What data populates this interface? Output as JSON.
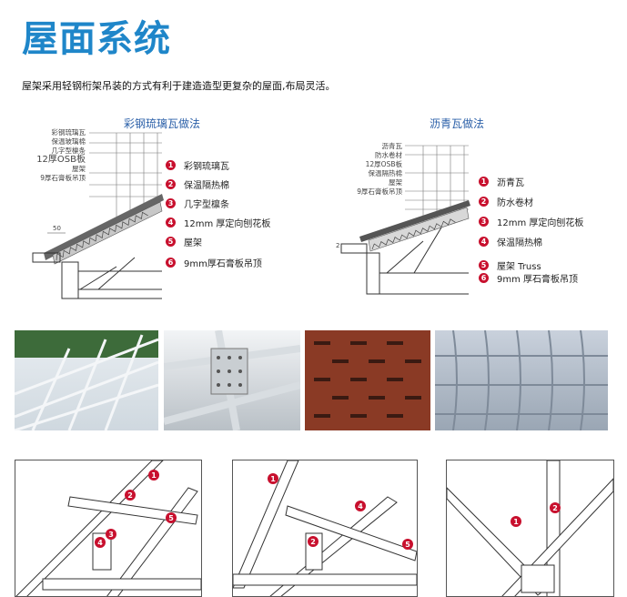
{
  "title": "屋面系统",
  "intro": "屋架采用轻钢桁架吊装的方式有利于建造造型更复杂的屋面,布局灵活。",
  "left_section": {
    "title": "彩钢琉璃瓦做法",
    "layer_labels": [
      "彩钢琉璃瓦",
      "保温玻璃棉",
      "几字型檩条",
      "12厚OSB板",
      "屋架",
      "9厚石膏板吊顶"
    ],
    "dimension": "50",
    "legend": [
      {
        "n": "1",
        "text": "彩钢琉璃瓦"
      },
      {
        "n": "2",
        "text": "保温隔热棉"
      },
      {
        "n": "3",
        "text": "几字型檩条"
      },
      {
        "n": "4",
        "text": "12mm 厚定向刨花板"
      },
      {
        "n": "5",
        "text": "屋架"
      },
      {
        "n": "6",
        "text": "9mm厚石膏板吊顶"
      }
    ]
  },
  "right_section": {
    "title": "沥青瓦做法",
    "layer_labels": [
      "沥青瓦",
      "防水卷材",
      "12厚OSB板",
      "保温隔热棉",
      "屋架",
      "9厚石膏板吊顶"
    ],
    "dimension": "2",
    "legend": [
      {
        "n": "1",
        "text": "沥青瓦"
      },
      {
        "n": "2",
        "text": "防水卷材"
      },
      {
        "n": "3",
        "text": "12mm 厚定向刨花板"
      },
      {
        "n": "4",
        "text": "保温隔热棉"
      },
      {
        "n": "5",
        "text": "屋架 Truss"
      },
      {
        "n": "6",
        "text": "9mm 厚石膏板吊顶"
      }
    ]
  },
  "diagrams": {
    "d1": [
      "1",
      "2",
      "3",
      "4",
      "5"
    ],
    "d2": [
      "1",
      "2",
      "4",
      "5"
    ],
    "d3": [
      "1",
      "2"
    ]
  },
  "colors": {
    "title": "#1f86c9",
    "marker": "#c8102e",
    "section_title": "#2a5fa8"
  }
}
